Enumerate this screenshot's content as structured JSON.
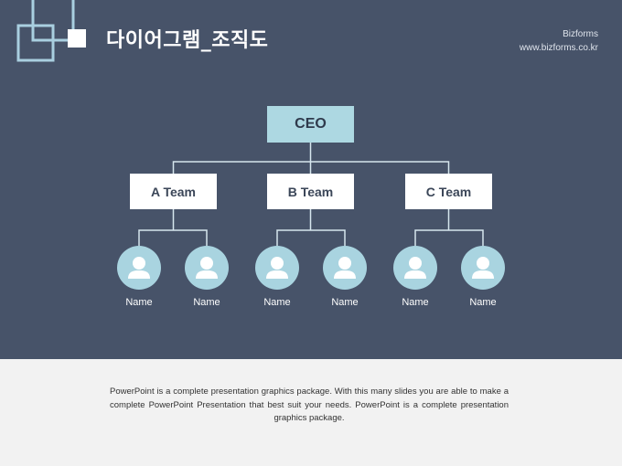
{
  "slide": {
    "title": "다이어그램_조직도",
    "brand_name": "Bizforms",
    "brand_url": "www.bizforms.co.kr",
    "description": "PowerPoint is a complete presentation graphics package. With this many slides you are able to make a complete PowerPoint Presentation that best suit your needs. PowerPoint is a complete presentation graphics package."
  },
  "org": {
    "root": "CEO",
    "teams": [
      {
        "label": "A Team",
        "members": [
          "Name",
          "Name"
        ]
      },
      {
        "label": "B Team",
        "members": [
          "Name",
          "Name"
        ]
      },
      {
        "label": "C Team",
        "members": [
          "Name",
          "Name"
        ]
      }
    ]
  },
  "colors": {
    "background": "#475369",
    "accent": "#add8e2",
    "footer": "#f2f2f2"
  }
}
